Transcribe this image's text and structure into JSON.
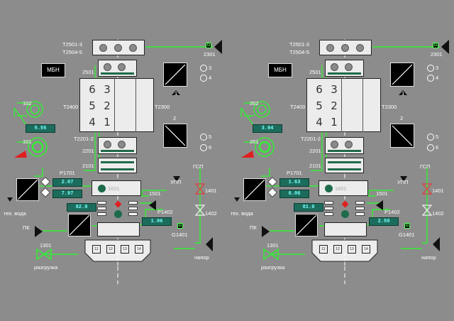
{
  "panels": [
    {
      "t2501": "T2501-3",
      "t2504": "T2504-5",
      "num2301": "2301",
      "g_letter": "G",
      "mbn": "МБН",
      "n2501": "2501",
      "n1": "1",
      "n3": "3",
      "n4": "4",
      "n102": "102",
      "t2400": "T2400",
      "t2300": "T2300",
      "col_left": [
        "6",
        "5",
        "4"
      ],
      "col_right": [
        "3",
        "2",
        "1"
      ],
      "n2": "2",
      "n5": "5",
      "n6": "6",
      "val_top": "5.55",
      "n101": "101",
      "t2201": "T2201-2",
      "n2201": "2201",
      "n2101": "2101",
      "p1701": "P1701",
      "gsp": "ГСП",
      "val_a": "2.07",
      "val_b": "7.97",
      "disp1601": "1601",
      "upp": "УПП",
      "n1501": "1501",
      "n1401": "1401",
      "tech_water": "тех. вода",
      "val_c": "82.0",
      "p1402": "P1402",
      "n1402": "1402",
      "pk": "ПК",
      "val_d": "1.06",
      "g1401": "G1401",
      "caps": [
        "11",
        "12",
        "13",
        "14"
      ],
      "n1301": "1301",
      "unload": "разгрузка",
      "napor": "напор"
    },
    {
      "t2501": "T2501-3",
      "t2504": "T2504-5",
      "num2301": "2301",
      "g_letter": "G",
      "mbn": "МБН",
      "n2501": "2501",
      "n1": "1",
      "n3": "3",
      "n4": "4",
      "n102": "202",
      "t2400": "T2400",
      "t2300": "T2300",
      "col_left": [
        "6",
        "5",
        "4"
      ],
      "col_right": [
        "3",
        "2",
        "1"
      ],
      "n2": "2",
      "n5": "5",
      "n6": "6",
      "val_top": "3.94",
      "n101": "201",
      "t2201": "T2201-2",
      "n2201": "2201",
      "n2101": "2101",
      "p1701": "P1701",
      "gsp": "ГСП",
      "val_a": "1.63",
      "val_b": "6.06",
      "disp1601": "1601",
      "upp": "УПП",
      "n1501": "1501",
      "n1401": "1401",
      "tech_water": "тех. вода",
      "val_c": "81.0",
      "p1402": "P1402",
      "n1402": "1402",
      "pk": "ПК",
      "val_d": "2.50",
      "g1401": "G1401",
      "caps": [
        "11",
        "12",
        "13",
        "14"
      ],
      "n1301": "1301",
      "unload": "разгрузка",
      "napor": "напор"
    }
  ],
  "colors": {
    "background": "#8c8c8c",
    "pipe": "#33ee33",
    "value_bg": "#1c6c5c",
    "value_text": "#77ffff",
    "alarm": "#e02020",
    "indicator": "#1d6b4b"
  },
  "icons": [
    "arrow-left-icon",
    "arrow-right-icon",
    "arrow-up-icon",
    "fan-icon",
    "pump-icon",
    "valve-icon",
    "motor-icon"
  ]
}
